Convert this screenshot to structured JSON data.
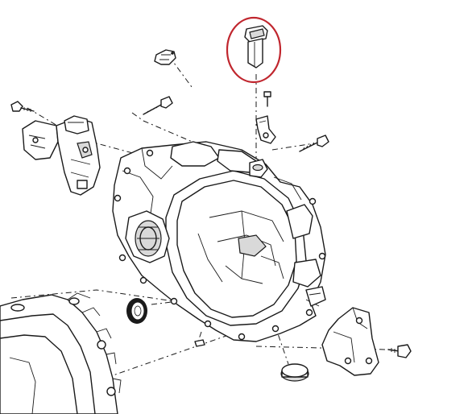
{
  "title": "",
  "parts": [
    {
      "name": "transmission-housing"
    },
    {
      "name": "highlighted-sensor-plug"
    },
    {
      "name": "engine-mount-bracket-left"
    },
    {
      "name": "mount-bracket-right"
    },
    {
      "name": "oil-seal"
    },
    {
      "name": "rubber-plug"
    },
    {
      "name": "clutch-housing-partial"
    },
    {
      "name": "bolt-upper-left"
    },
    {
      "name": "bolt-upper-center"
    },
    {
      "name": "bolt-upper-right"
    },
    {
      "name": "bolt-lower-right"
    },
    {
      "name": "clip-bracket"
    },
    {
      "name": "small-clip-top"
    }
  ],
  "highlight": {
    "shape": "ellipse",
    "color": "#c0262e"
  }
}
